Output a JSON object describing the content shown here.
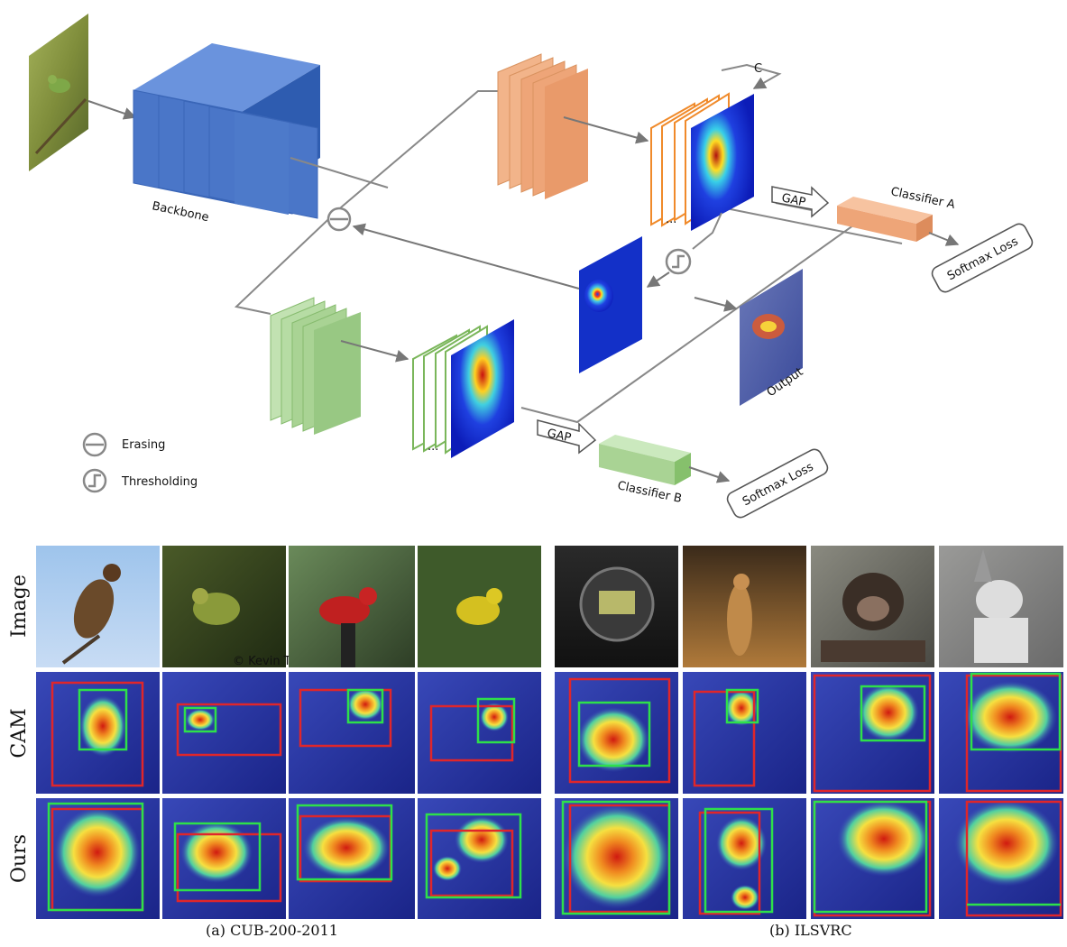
{
  "diagram": {
    "backbone": "Backbone",
    "channels": "C",
    "gap_a": "GAP",
    "gap_b": "GAP",
    "classifier_a": "Classifier A",
    "classifier_b": "Classifier B",
    "loss_a": "Softmax Loss",
    "loss_b": "Softmax Loss",
    "output": "Output",
    "ellipsis": "...",
    "legend": {
      "erasing": "Erasing",
      "thresholding": "Thresholding"
    }
  },
  "results": {
    "row_labels": [
      "Image",
      "CAM",
      "Ours"
    ],
    "captions": {
      "cub": "(a)  CUB-200-2011",
      "ilsvrc": "(b)  ILSVRC"
    },
    "watermark": "© Kevin T. Karlson"
  },
  "colors": {
    "backbone": "#4a76c8",
    "branch_a": "#eea578",
    "branch_b": "#a9d394",
    "box_gt": "#e0262a",
    "box_pred": "#2ee04a",
    "arrow": "#777777"
  }
}
